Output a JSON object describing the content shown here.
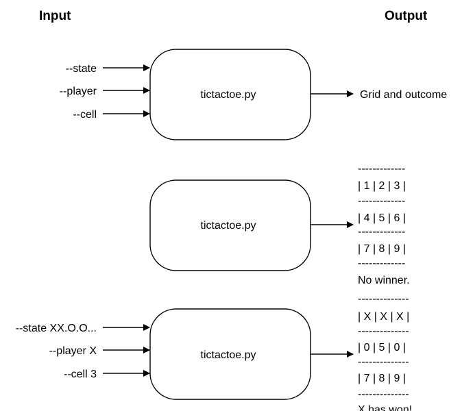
{
  "headers": {
    "input": "Input",
    "output": "Output"
  },
  "panel1": {
    "inputs": [
      "--state",
      "--player",
      "--cell"
    ],
    "process": "tictactoe.py",
    "output": "Grid and outcome"
  },
  "panel2": {
    "process": "tictactoe.py",
    "output_lines": [
      "-------------",
      "| 1 | 2 | 3 |",
      "-------------",
      "| 4 | 5 | 6 |",
      "-------------",
      "| 7 | 8 | 9 |",
      "-------------",
      "No winner."
    ]
  },
  "panel3": {
    "inputs": [
      "--state XX.O.O...",
      "--player X",
      "--cell 3"
    ],
    "process": "tictactoe.py",
    "output_lines": [
      "--------------",
      "| X | X | X |",
      "--------------",
      "| 0 | 5 | 0 |",
      "--------------",
      "| 7 | 8 | 9 |",
      "--------------",
      "X has won!"
    ]
  }
}
